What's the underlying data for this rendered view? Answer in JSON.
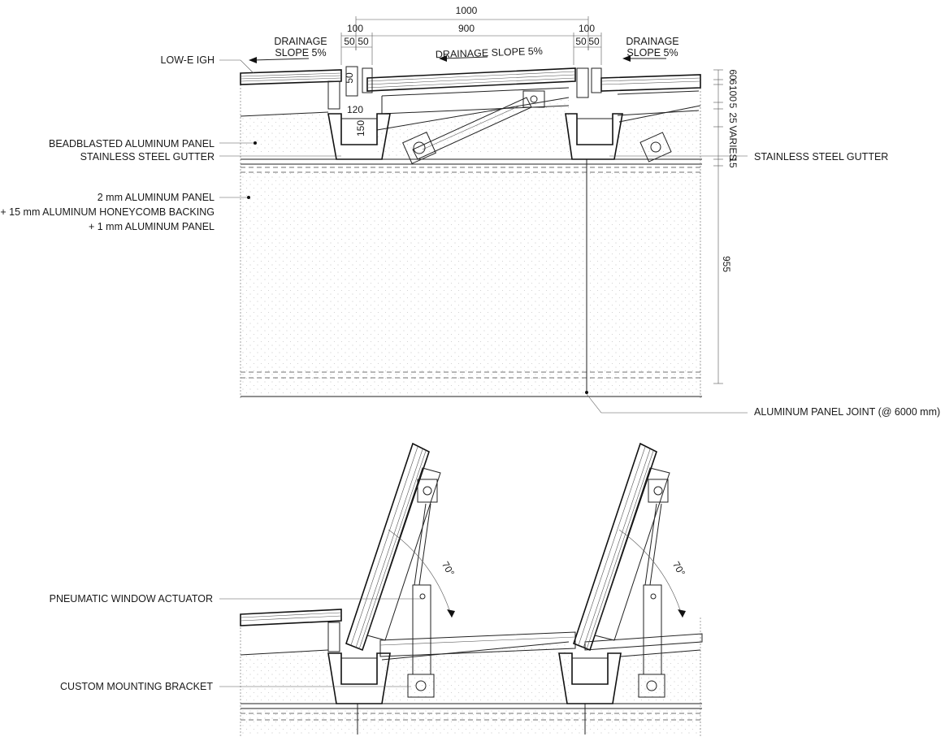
{
  "top_dimensions": {
    "overall": "1000",
    "inner": "900",
    "left_module": "100",
    "right_module": "100",
    "left_split_a": "50",
    "left_split_b": "50",
    "right_split_a": "50",
    "right_split_b": "50",
    "gutter_depth": "50",
    "gutter_width": "120",
    "gutter_height": "150"
  },
  "side_dimensions": {
    "d1": "60",
    "d2": "6",
    "d3": "100",
    "d4": "5",
    "d5": "25",
    "d6": "VARIES",
    "d7": "15",
    "d8": "955"
  },
  "drainage": {
    "left_line1": "DRAINAGE",
    "left_line2": "SLOPE 5%",
    "center": "DRAINAGE SLOPE 5%",
    "right_line1": "DRAINAGE",
    "right_line2": "SLOPE 5%"
  },
  "labels": {
    "low_e": "LOW-E IGH",
    "bead_panel": "BEADBLASTED ALUMINUM PANEL",
    "gutter_left": "STAINLESS STEEL GUTTER",
    "gutter_right": "STAINLESS STEEL GUTTER",
    "composite_1": "2 mm ALUMINUM PANEL",
    "composite_2": "+ 15 mm ALUMINUM HONEYCOMB BACKING",
    "composite_3": "+ 1 mm ALUMINUM PANEL",
    "panel_joint": "ALUMINUM PANEL JOINT (@ 6000 mm)",
    "actuator": "PNEUMATIC WINDOW ACTUATOR",
    "bracket": "CUSTOM MOUNTING BRACKET"
  },
  "angles": {
    "left": "70°",
    "right": "70°"
  }
}
